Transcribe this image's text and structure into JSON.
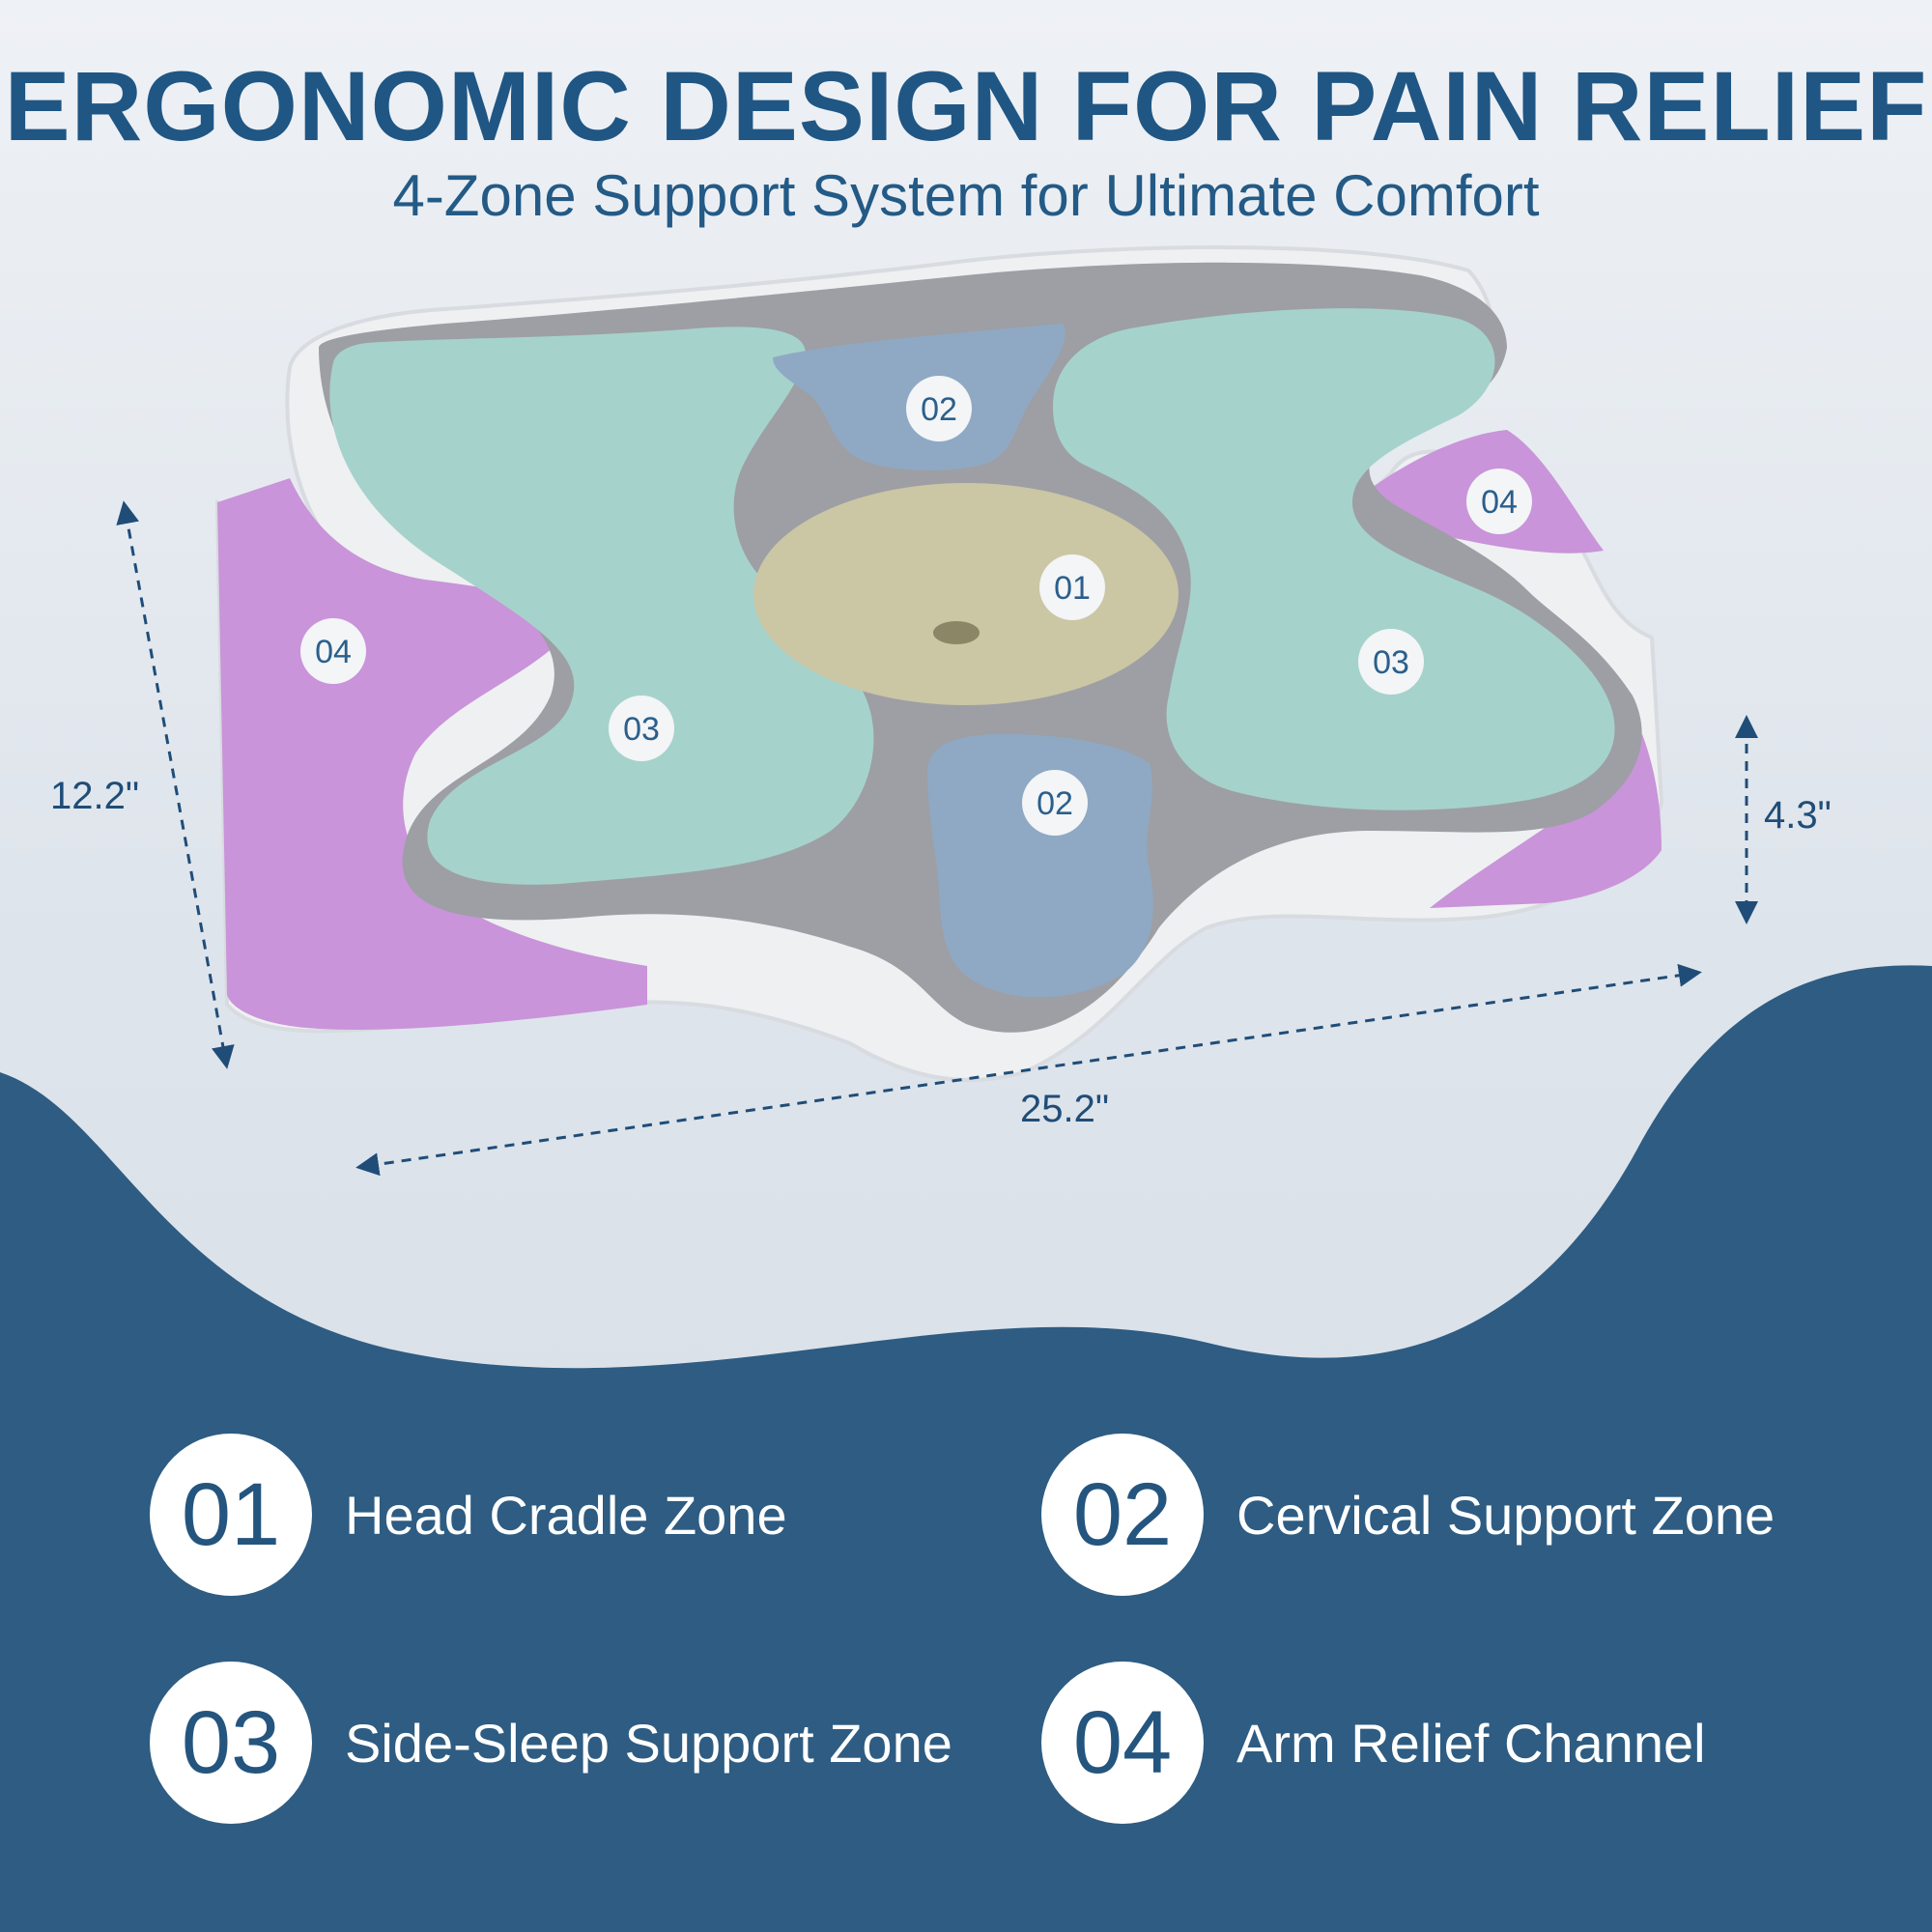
{
  "header": {
    "title": "ERGONOMIC DESIGN FOR PAIN RELIEF",
    "subtitle": "4-Zone Support System for Ultimate Comfort"
  },
  "dimensions": {
    "height": "12.2\"",
    "width": "25.2\"",
    "thickness": "4.3\""
  },
  "pillow_zones": {
    "z01": "01",
    "z02_top": "02",
    "z02_bottom": "02",
    "z03_left": "03",
    "z03_right": "03",
    "z04_left": "04",
    "z04_right": "04"
  },
  "legend": [
    {
      "number": "01",
      "label": "Head Cradle Zone"
    },
    {
      "number": "02",
      "label": "Cervical Support Zone"
    },
    {
      "number": "03",
      "label": "Side-Sleep Support Zone"
    },
    {
      "number": "04",
      "label": "Arm Relief Channel"
    }
  ],
  "colors": {
    "title": "#1f5684",
    "navy_wave": "#2e5c82",
    "zone01": "#cbc6a4",
    "zone02": "#8fa9c4",
    "zone03": "#a6d2cc",
    "zone04": "#c994d9"
  }
}
